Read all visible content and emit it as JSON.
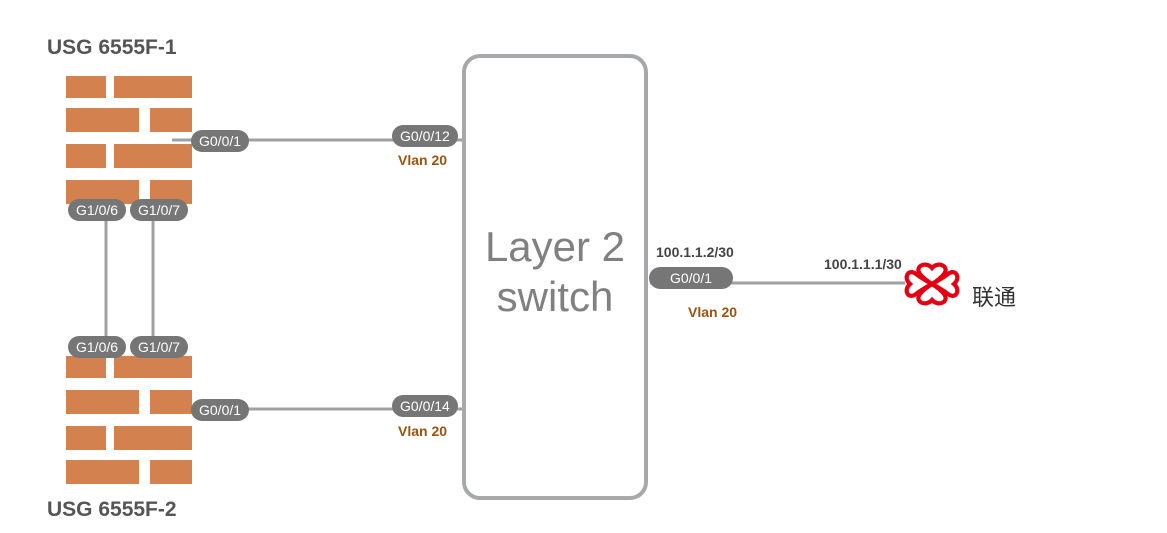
{
  "devices": {
    "fw1": {
      "name": "USG 6555F-1"
    },
    "fw2": {
      "name": "USG 6555F-2"
    },
    "switch": {
      "line1": "Layer 2",
      "line2": "switch"
    },
    "isp": {
      "name": "联通"
    }
  },
  "ports": {
    "fw1_uplink": "G0/0/1",
    "fw1_hb1": "G1/0/6",
    "fw1_hb2": "G1/0/7",
    "fw2_hb1": "G1/0/6",
    "fw2_hb2": "G1/0/7",
    "fw2_uplink": "G0/0/1",
    "sw_to_fw1": "G0/0/12",
    "sw_to_fw2": "G0/0/14",
    "sw_uplink": "G0/0/1"
  },
  "vlans": {
    "sw_to_fw1": "Vlan 20",
    "sw_to_fw2": "Vlan 20",
    "sw_uplink": "Vlan 20"
  },
  "ips": {
    "sw_uplink": "100.1.1.2/30",
    "isp": "100.1.1.1/30"
  },
  "colors": {
    "brick": "#d3824f",
    "port_pill": "#767676",
    "vlan_text": "#a0520c",
    "switch_border": "#a6a8ab",
    "isp_logo": "#e60012"
  },
  "icons": {
    "firewall": "brick-wall-firewall-icon",
    "isp": "china-unicom-logo-icon"
  }
}
